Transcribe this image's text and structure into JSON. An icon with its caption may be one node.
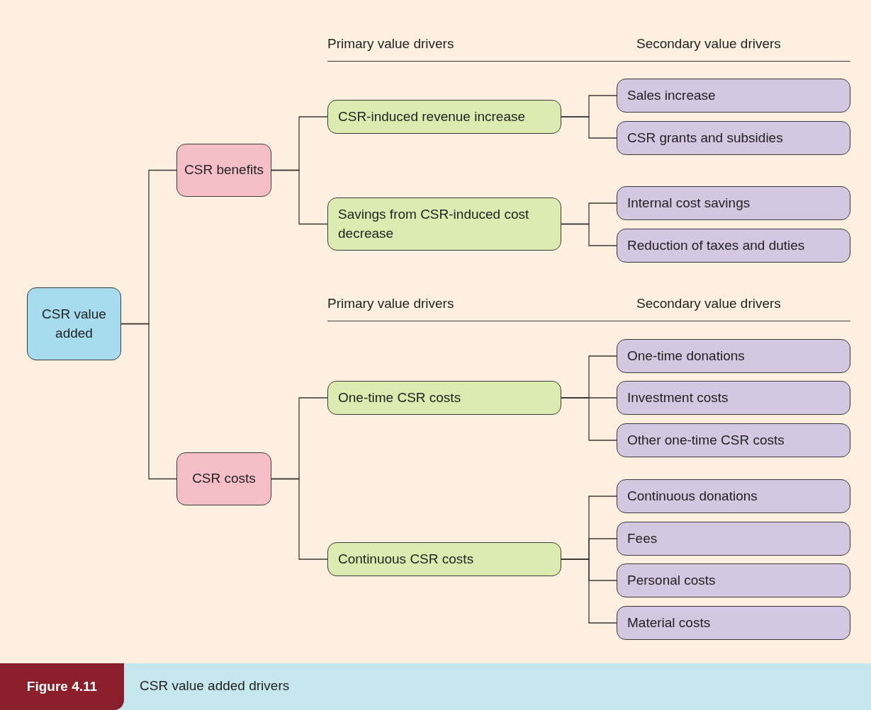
{
  "diagram": {
    "caption": "CSR value added drivers",
    "nodes": [
      {
        "text": [
          "CSR value added"
        ]
      },
      {
        "text": [
          "CSR benefits"
        ]
      },
      {
        "text": [
          "CSR-induced revenue increase"
        ]
      },
      {
        "text": [
          "Sales increase"
        ]
      },
      {
        "text": [
          "CSR grants and subsidies"
        ]
      },
      {
        "text": [
          "Savings from CSR-induced cost decrease"
        ]
      },
      {
        "text": [
          "Internal cost savings"
        ]
      },
      {
        "text": [
          "Reduction of taxes and duties"
        ]
      },
      {
        "text": [
          "CSR costs"
        ]
      },
      {
        "text": [
          "One-time CSR costs"
        ]
      },
      {
        "text": [
          "One-time donations"
        ]
      },
      {
        "text": [
          "Investment costs"
        ]
      },
      {
        "text": [
          "Other one-time CSR costs"
        ]
      },
      {
        "text": [
          "Continuous CSR costs"
        ]
      },
      {
        "text": [
          "Continuous donations"
        ]
      },
      {
        "text": [
          "Fees"
        ]
      },
      {
        "text": [
          "Personal costs"
        ]
      },
      {
        "text": [
          "Material costs"
        ]
      }
    ],
    "edges": [
      {
        "from": 0,
        "to": 1,
        "arrow": "none"
      },
      {
        "from": 0,
        "to": 8,
        "arrow": "none"
      },
      {
        "from": 1,
        "to": 2,
        "arrow": "none"
      },
      {
        "from": 1,
        "to": 5,
        "arrow": "none"
      },
      {
        "from": 2,
        "to": 3,
        "arrow": "none"
      },
      {
        "from": 2,
        "to": 4,
        "arrow": "none"
      },
      {
        "from": 5,
        "to": 6,
        "arrow": "none"
      },
      {
        "from": 5,
        "to": 7,
        "arrow": "none"
      },
      {
        "from": 8,
        "to": 9,
        "arrow": "none"
      },
      {
        "from": 8,
        "to": 13,
        "arrow": "none"
      },
      {
        "from": 9,
        "to": 10,
        "arrow": "none"
      },
      {
        "from": 9,
        "to": 11,
        "arrow": "none"
      },
      {
        "from": 9,
        "to": 12,
        "arrow": "none"
      },
      {
        "from": 13,
        "to": 14,
        "arrow": "none"
      },
      {
        "from": 13,
        "to": 15,
        "arrow": "none"
      },
      {
        "from": 13,
        "to": 16,
        "arrow": "none"
      },
      {
        "from": 13,
        "to": 17,
        "arrow": "none"
      }
    ],
    "labels": [
      "Primary value drivers",
      "Secondary value drivers",
      "Primary value drivers",
      "Secondary value drivers",
      "Figure 4.11"
    ]
  }
}
